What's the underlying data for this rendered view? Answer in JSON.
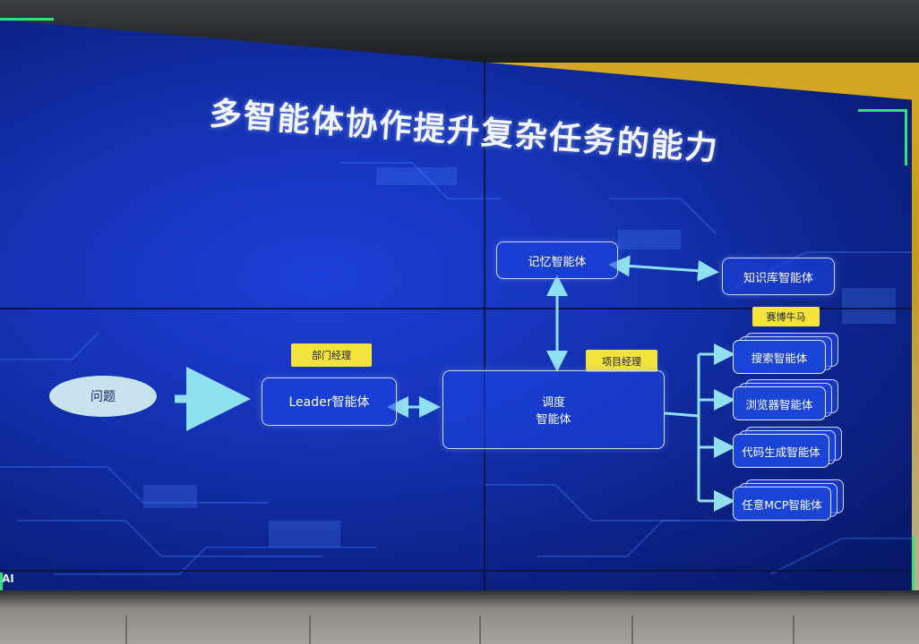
{
  "slide": {
    "title": "多智能体协作提升复杂任务的能力",
    "logo_text": "AI"
  },
  "diagram": {
    "question": "问题",
    "leader": {
      "tag": "部门经理",
      "label": "Leader智能体"
    },
    "dispatcher": {
      "tag": "项目经理",
      "line1": "调度",
      "line2": "智能体"
    },
    "memory": "记忆智能体",
    "knowledge": "知识库智能体",
    "workers_tag": "赛博牛马",
    "workers": [
      "搜索智能体",
      "浏览器智能体",
      "代码生成智能体",
      "任意MCP智能体"
    ]
  },
  "colors": {
    "screen_blue": "#1433b5",
    "accent_green": "#31e07a",
    "tag_yellow": "#f3e33a",
    "arrow_cyan": "#8fe0f0",
    "ellipse": "#c7e3ee"
  }
}
